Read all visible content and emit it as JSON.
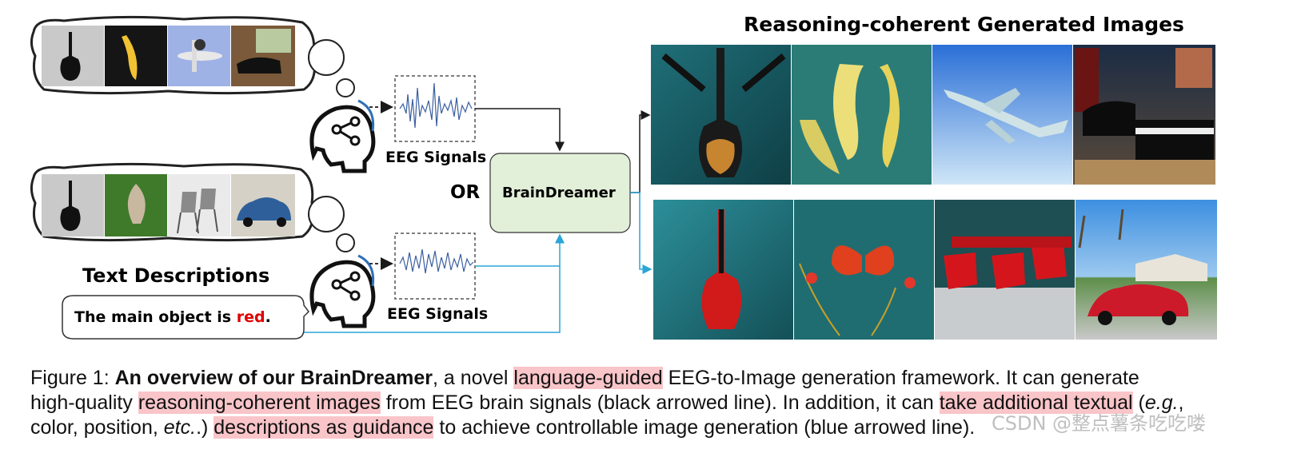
{
  "figure": {
    "generated_title": "Reasoning-coherent Generated Images",
    "eeg_label_top": "EEG Signals",
    "eeg_label_bottom": "EEG Signals",
    "or_label": "OR",
    "model_label": "BrainDreamer",
    "text_desc_title": "Text Descriptions",
    "text_desc_prefix": "The main object is ",
    "text_desc_keyword": "red",
    "text_desc_suffix": ".",
    "top_stimuli": [
      "guitar",
      "banana",
      "airplane",
      "piano"
    ],
    "bottom_stimuli": [
      "guitar",
      "butterfly",
      "chairs",
      "car"
    ],
    "top_generated": [
      "guitar",
      "banana",
      "airplane",
      "piano"
    ],
    "bottom_generated": [
      "red guitar",
      "red butterfly",
      "red chairs",
      "red car"
    ],
    "colors": {
      "black_arrow": "#1a1a1a",
      "blue_arrow": "#2aa5d8",
      "model_box_fill": "#e2efd9",
      "highlight": "#f9c5c9",
      "accent_red": "#e00000",
      "eeg_wave": "#3b5fa0"
    }
  },
  "caption": {
    "fig_label": "Figure 1:  ",
    "bold_title": "An overview of our BrainDreamer",
    "t1": ", a novel ",
    "h1": "language-guided",
    "t2": " EEG-to-Image generation framework.  It can generate",
    "t3": "high-quality ",
    "h2": "reasoning-coherent images",
    "t4": " from EEG brain signals (black arrowed line). In addition, it can ",
    "h3": "take additional textual",
    "t5": " (",
    "i1": "e.g.",
    "t6": ",",
    "t7": "color, position, ",
    "i2": "etc.",
    "t8": ".) ",
    "h4": "descriptions as guidance",
    "t9": " to achieve controllable image generation (blue arrowed line)."
  },
  "watermark": "CSDN @整点薯条吃吃喽"
}
